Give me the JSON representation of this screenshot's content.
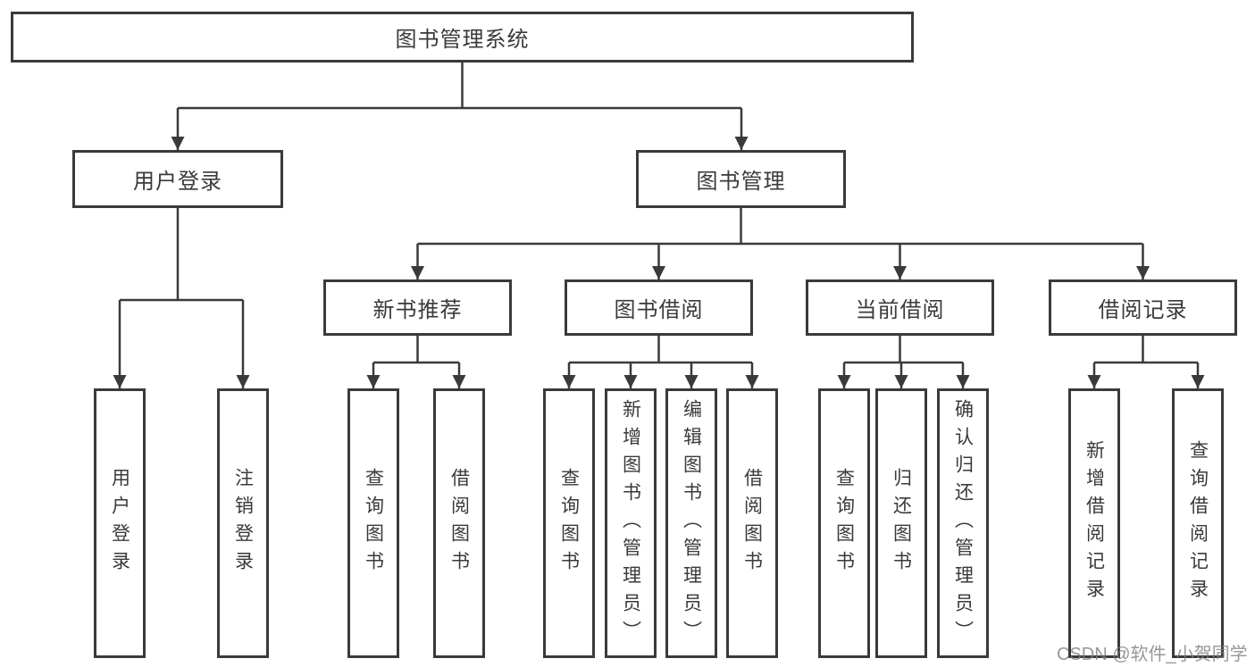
{
  "tree": {
    "label": "图书管理系统",
    "children": [
      {
        "label": "用户登录",
        "children": [
          {
            "label": "用户登录"
          },
          {
            "label": "注销登录"
          }
        ]
      },
      {
        "label": "图书管理",
        "children": [
          {
            "label": "新书推荐",
            "children": [
              {
                "label": "查询图书"
              },
              {
                "label": "借阅图书"
              }
            ]
          },
          {
            "label": "图书借阅",
            "children": [
              {
                "label": "查询图书"
              },
              {
                "label": "新增图书（管理员）"
              },
              {
                "label": "编辑图书（管理员）"
              },
              {
                "label": "借阅图书"
              }
            ]
          },
          {
            "label": "当前借阅",
            "children": [
              {
                "label": "查询图书"
              },
              {
                "label": "归还图书"
              },
              {
                "label": "确认归还（管理员）"
              }
            ]
          },
          {
            "label": "借阅记录",
            "children": [
              {
                "label": "新增借阅记录"
              },
              {
                "label": "查询借阅记录"
              }
            ]
          }
        ]
      }
    ]
  },
  "watermark": {
    "text": "CSDN @软件_小贺同学"
  },
  "colors": {
    "line": "#3a3a3a",
    "text": "#3a3a3a",
    "watermark": "#808080",
    "background": "#ffffff"
  }
}
